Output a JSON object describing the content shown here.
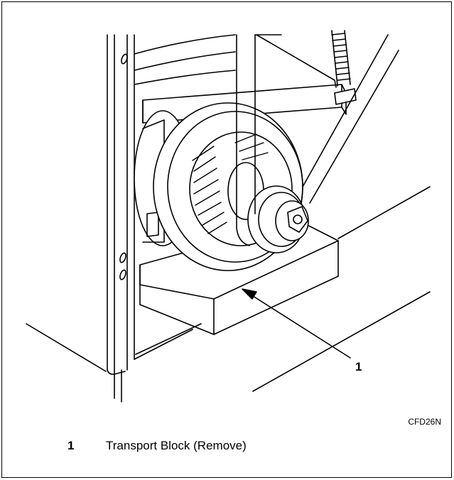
{
  "callout": "1",
  "figure_code": "CFD26N",
  "legend": [
    {
      "number": "1",
      "text": "Transport Block (Remove)"
    }
  ]
}
